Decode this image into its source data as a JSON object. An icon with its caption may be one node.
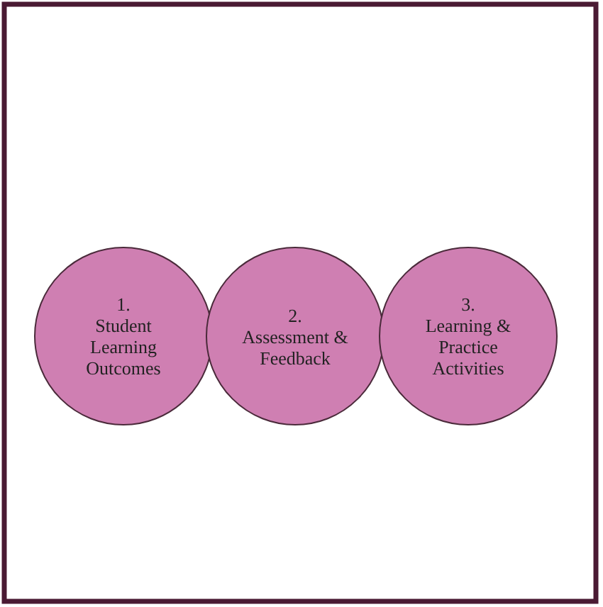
{
  "diagram": {
    "nodes": [
      {
        "text": [
          "1.",
          "Student Learning Outcomes"
        ]
      },
      {
        "text": [
          "2.",
          "Assessment & Feedback"
        ]
      },
      {
        "text": [
          "3.",
          "Learning & Practice Activities"
        ]
      }
    ]
  }
}
